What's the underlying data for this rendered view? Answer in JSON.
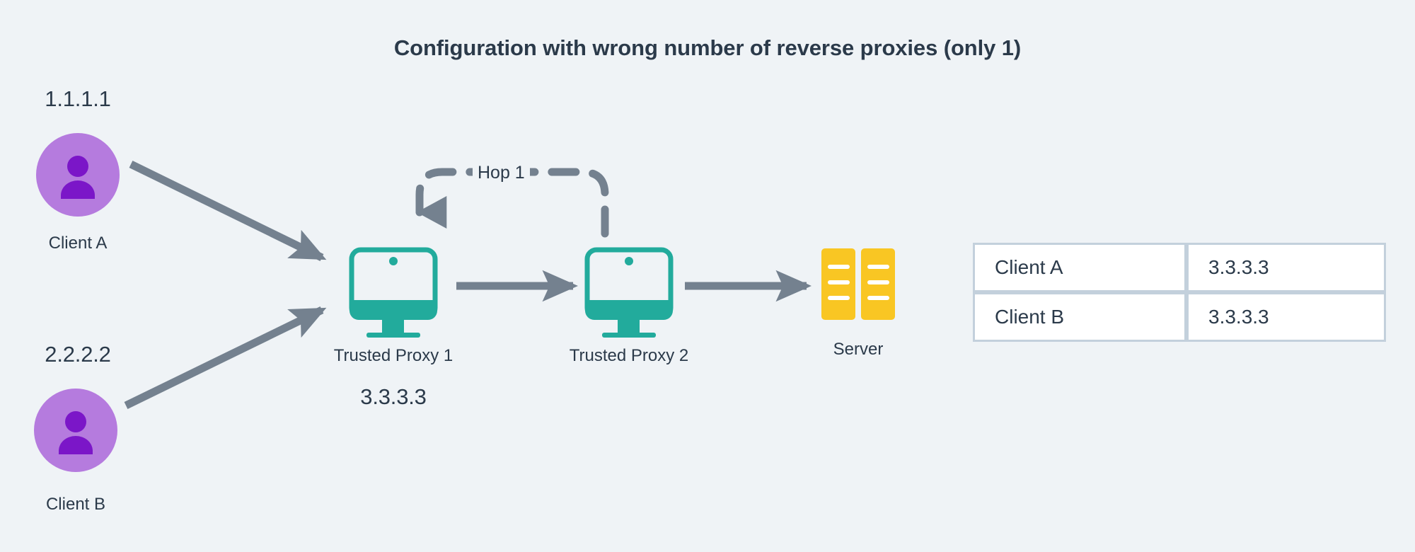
{
  "diagram": {
    "title": "Configuration with wrong number of reverse proxies (only 1)",
    "background_color": "#eff3f6",
    "text_color": "#2b3a4a",
    "arrow_color": "#74818f",
    "client_circle_color": "#b57bde",
    "client_glyph_color": "#7b16c8",
    "proxy_color": "#22ab9c",
    "server_color": "#f9c623",
    "table_border_color": "#c3d0dc"
  },
  "clients": [
    {
      "ip": "1.1.1.1",
      "name": "Client A",
      "icon": "user-icon"
    },
    {
      "ip": "2.2.2.2",
      "name": "Client B",
      "icon": "user-icon"
    }
  ],
  "proxies": [
    {
      "name": "Trusted Proxy 1",
      "ip": "3.3.3.3",
      "icon": "monitor-icon"
    },
    {
      "name": "Trusted Proxy 2",
      "ip": "",
      "icon": "monitor-icon"
    }
  ],
  "server": {
    "name": "Server",
    "icon": "server-icon"
  },
  "hop": {
    "label": "Hop 1"
  },
  "table": {
    "rows": [
      {
        "client": "Client A",
        "ip": "3.3.3.3"
      },
      {
        "client": "Client B",
        "ip": "3.3.3.3"
      }
    ]
  }
}
